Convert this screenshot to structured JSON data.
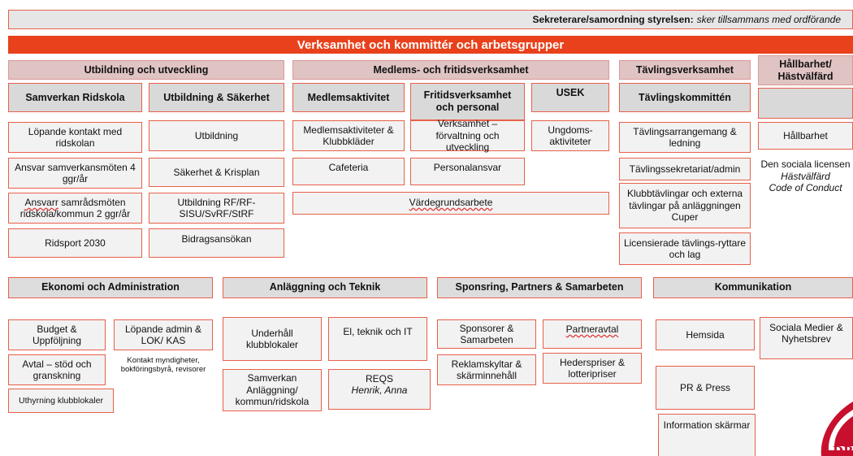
{
  "header": {
    "top_bar_bold": "Sekreterare/samordning styrelsen:",
    "top_bar_italic": "sker tillsammans med ordförande",
    "banner": "Verksamhet och kommittér och arbetsgrupper"
  },
  "groups": {
    "utbildning": "Utbildning och utveckling",
    "medlems": "Medlems- och fritidsverksamhet",
    "tavling": "Tävlingsverksamhet",
    "hallbarhet": "Hållbarhet/ Hästvälfärd"
  },
  "subgroups": {
    "samverkan_ridskola": "Samverkan Ridskola",
    "utbildning_sakerhet": "Utbildning & Säkerhet",
    "medlemsaktivitet": "Medlemsaktivitet",
    "fritidsverksamhet": "Fritidsverksamhet och personal",
    "usek": "USEK",
    "tavlingskommitten": "Tävlingskommittén"
  },
  "items": {
    "lopande_kontakt": "Löpande kontakt med ridskolan",
    "ansvar_samverkan": "Ansvar samverkansmöten 4 ggr/år",
    "ansvarr_samrad_word": "Ansvarr",
    "ansvarr_samrad_rest": " samrådsmöten ridskola/kommun 2 ggr/år",
    "ridsport": "Ridsport 2030",
    "utbildning": "Utbildning",
    "sakerhet_krisplan": "Säkerhet & Krisplan",
    "utbildning_rf": "Utbildning RF/RF-SISU/SvRF/StRF",
    "bidragsansokan": "Bidragsansökan",
    "medlemsaktiviteter": "Medlemsaktiviteter & Klubbkläder",
    "cafeteria": "Cafeteria",
    "verksamhet_forvaltning": "Verksamhet – förvaltning och utveckling",
    "personalansvar": "Personalansvar",
    "vardegrund": "Värdegrundsarbete",
    "ungdoms": "Ungdoms-aktiviteter",
    "tavlingsarrangemang": "Tävlingsarrangemang & ledning",
    "tavlingssekretariat": "Tävlingssekretariat/admin",
    "klubbtavlingar": "Klubbtävlingar och externa tävlingar på anläggningen Cuper",
    "licensierade": "Licensierade tävlings-ryttare och lag",
    "hallbarhet": "Hållbarhet",
    "sociala_licensen": "Den sociala licensen",
    "hastvalfard": "Hästvälfärd",
    "code_of_conduct": "Code of Conduct"
  },
  "sections": {
    "ekonomi": "Ekonomi och Administration",
    "anlaggning": "Anläggning och Teknik",
    "sponsring": "Sponsring, Partners & Samarbeten",
    "kommunikation": "Kommunikation"
  },
  "bottom": {
    "budget": "Budget & Uppföljning",
    "lopande_admin": "Löpande admin & LOK/ KAS",
    "avtal": "Avtal – stöd och granskning",
    "kontakt_myndigheter": "Kontakt myndigheter, bokföringsbyrå, revisorer",
    "uthyrning": "Uthyrning klubblokaler",
    "underhall": "Underhåll klubblokaler",
    "el_teknik": "El, teknik och IT",
    "samverkan_anlaggning": "Samverkan Anläggning/ kommun/ridskola",
    "reqs": "REQS",
    "reqs_names": "Henrik, Anna",
    "sponsorer": "Sponsorer & Samarbeten",
    "partneravtal": "Partneravtal",
    "reklamskyltar": "Reklamskyltar & skärminnehåll",
    "hederspriser": "Hederspriser & lotteripriser",
    "hemsida": "Hemsida",
    "sociala_medier": "Sociala Medier & Nyhetsbrev",
    "pr_press": "PR & Press",
    "information": "Information skärmar"
  },
  "logo_text": "DR",
  "colors": {
    "accent": "#e8411b",
    "border": "#e8604a",
    "header_bg": "#e0c3c3",
    "box_bg": "#f2f2f2"
  }
}
